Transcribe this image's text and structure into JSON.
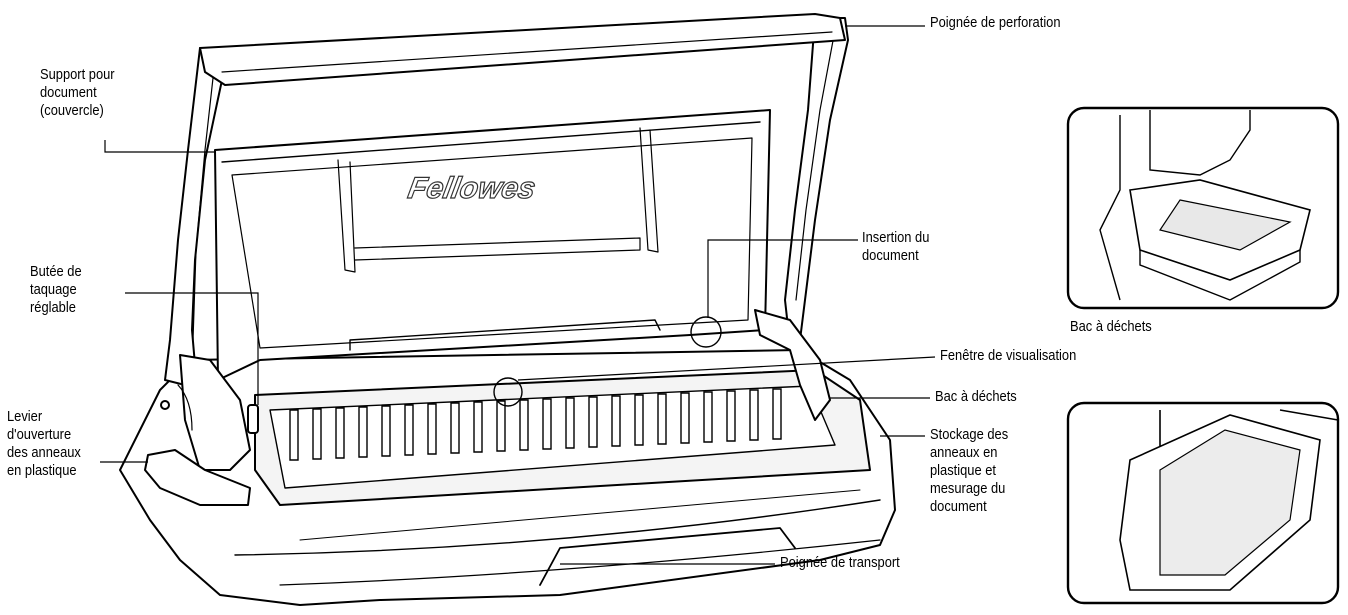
{
  "brand": "Fellowes",
  "labels": {
    "poignee_perforation": "Poignée de perforation",
    "support_document": [
      "Support pour",
      "document",
      "(couvercle)"
    ],
    "insertion_document": [
      "Insertion du",
      "document"
    ],
    "butee_taquage": [
      "Butée de",
      "taquage",
      "réglable"
    ],
    "fenetre_visualisation": "Fenêtre de visualisation",
    "bac_dechets": "Bac à déchets",
    "levier": [
      "Levier",
      "d'ouverture",
      "des anneaux",
      "en plastique"
    ],
    "stockage": [
      "Stockage des",
      "anneaux en",
      "plastique et",
      "mesurage du",
      "document"
    ],
    "poignee_transport": "Poignée de transport",
    "inset_caption": "Bac à déchets"
  }
}
